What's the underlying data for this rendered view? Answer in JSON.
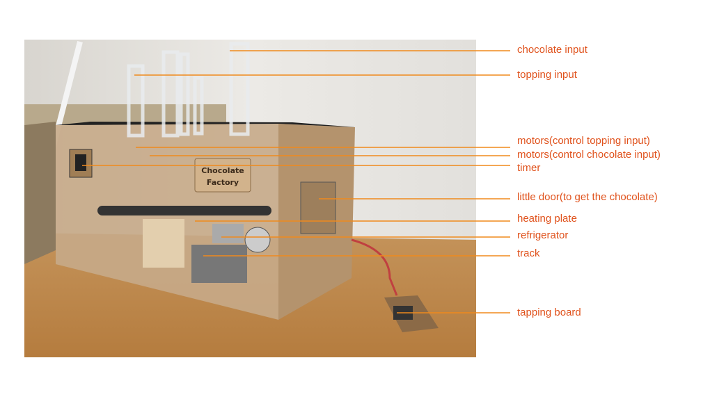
{
  "colors": {
    "label": "#e0521c",
    "leader_line": "#f08a1c"
  },
  "photo": {
    "sign_line1": "Chocolate",
    "sign_line2": "Factory"
  },
  "labels": [
    {
      "id": "chocolate-input",
      "text": "chocolate input"
    },
    {
      "id": "topping-input",
      "text": "topping input"
    },
    {
      "id": "motors-topping",
      "text": "motors(control topping input)"
    },
    {
      "id": "motors-chocolate",
      "text": "motors(control chocolate input)"
    },
    {
      "id": "timer",
      "text": "timer"
    },
    {
      "id": "little-door",
      "text": "little door(to get the chocolate)"
    },
    {
      "id": "heating-plate",
      "text": "heating plate"
    },
    {
      "id": "refrigerator",
      "text": "refrigerator"
    },
    {
      "id": "track",
      "text": "track"
    },
    {
      "id": "tapping-board",
      "text": "tapping board"
    }
  ]
}
